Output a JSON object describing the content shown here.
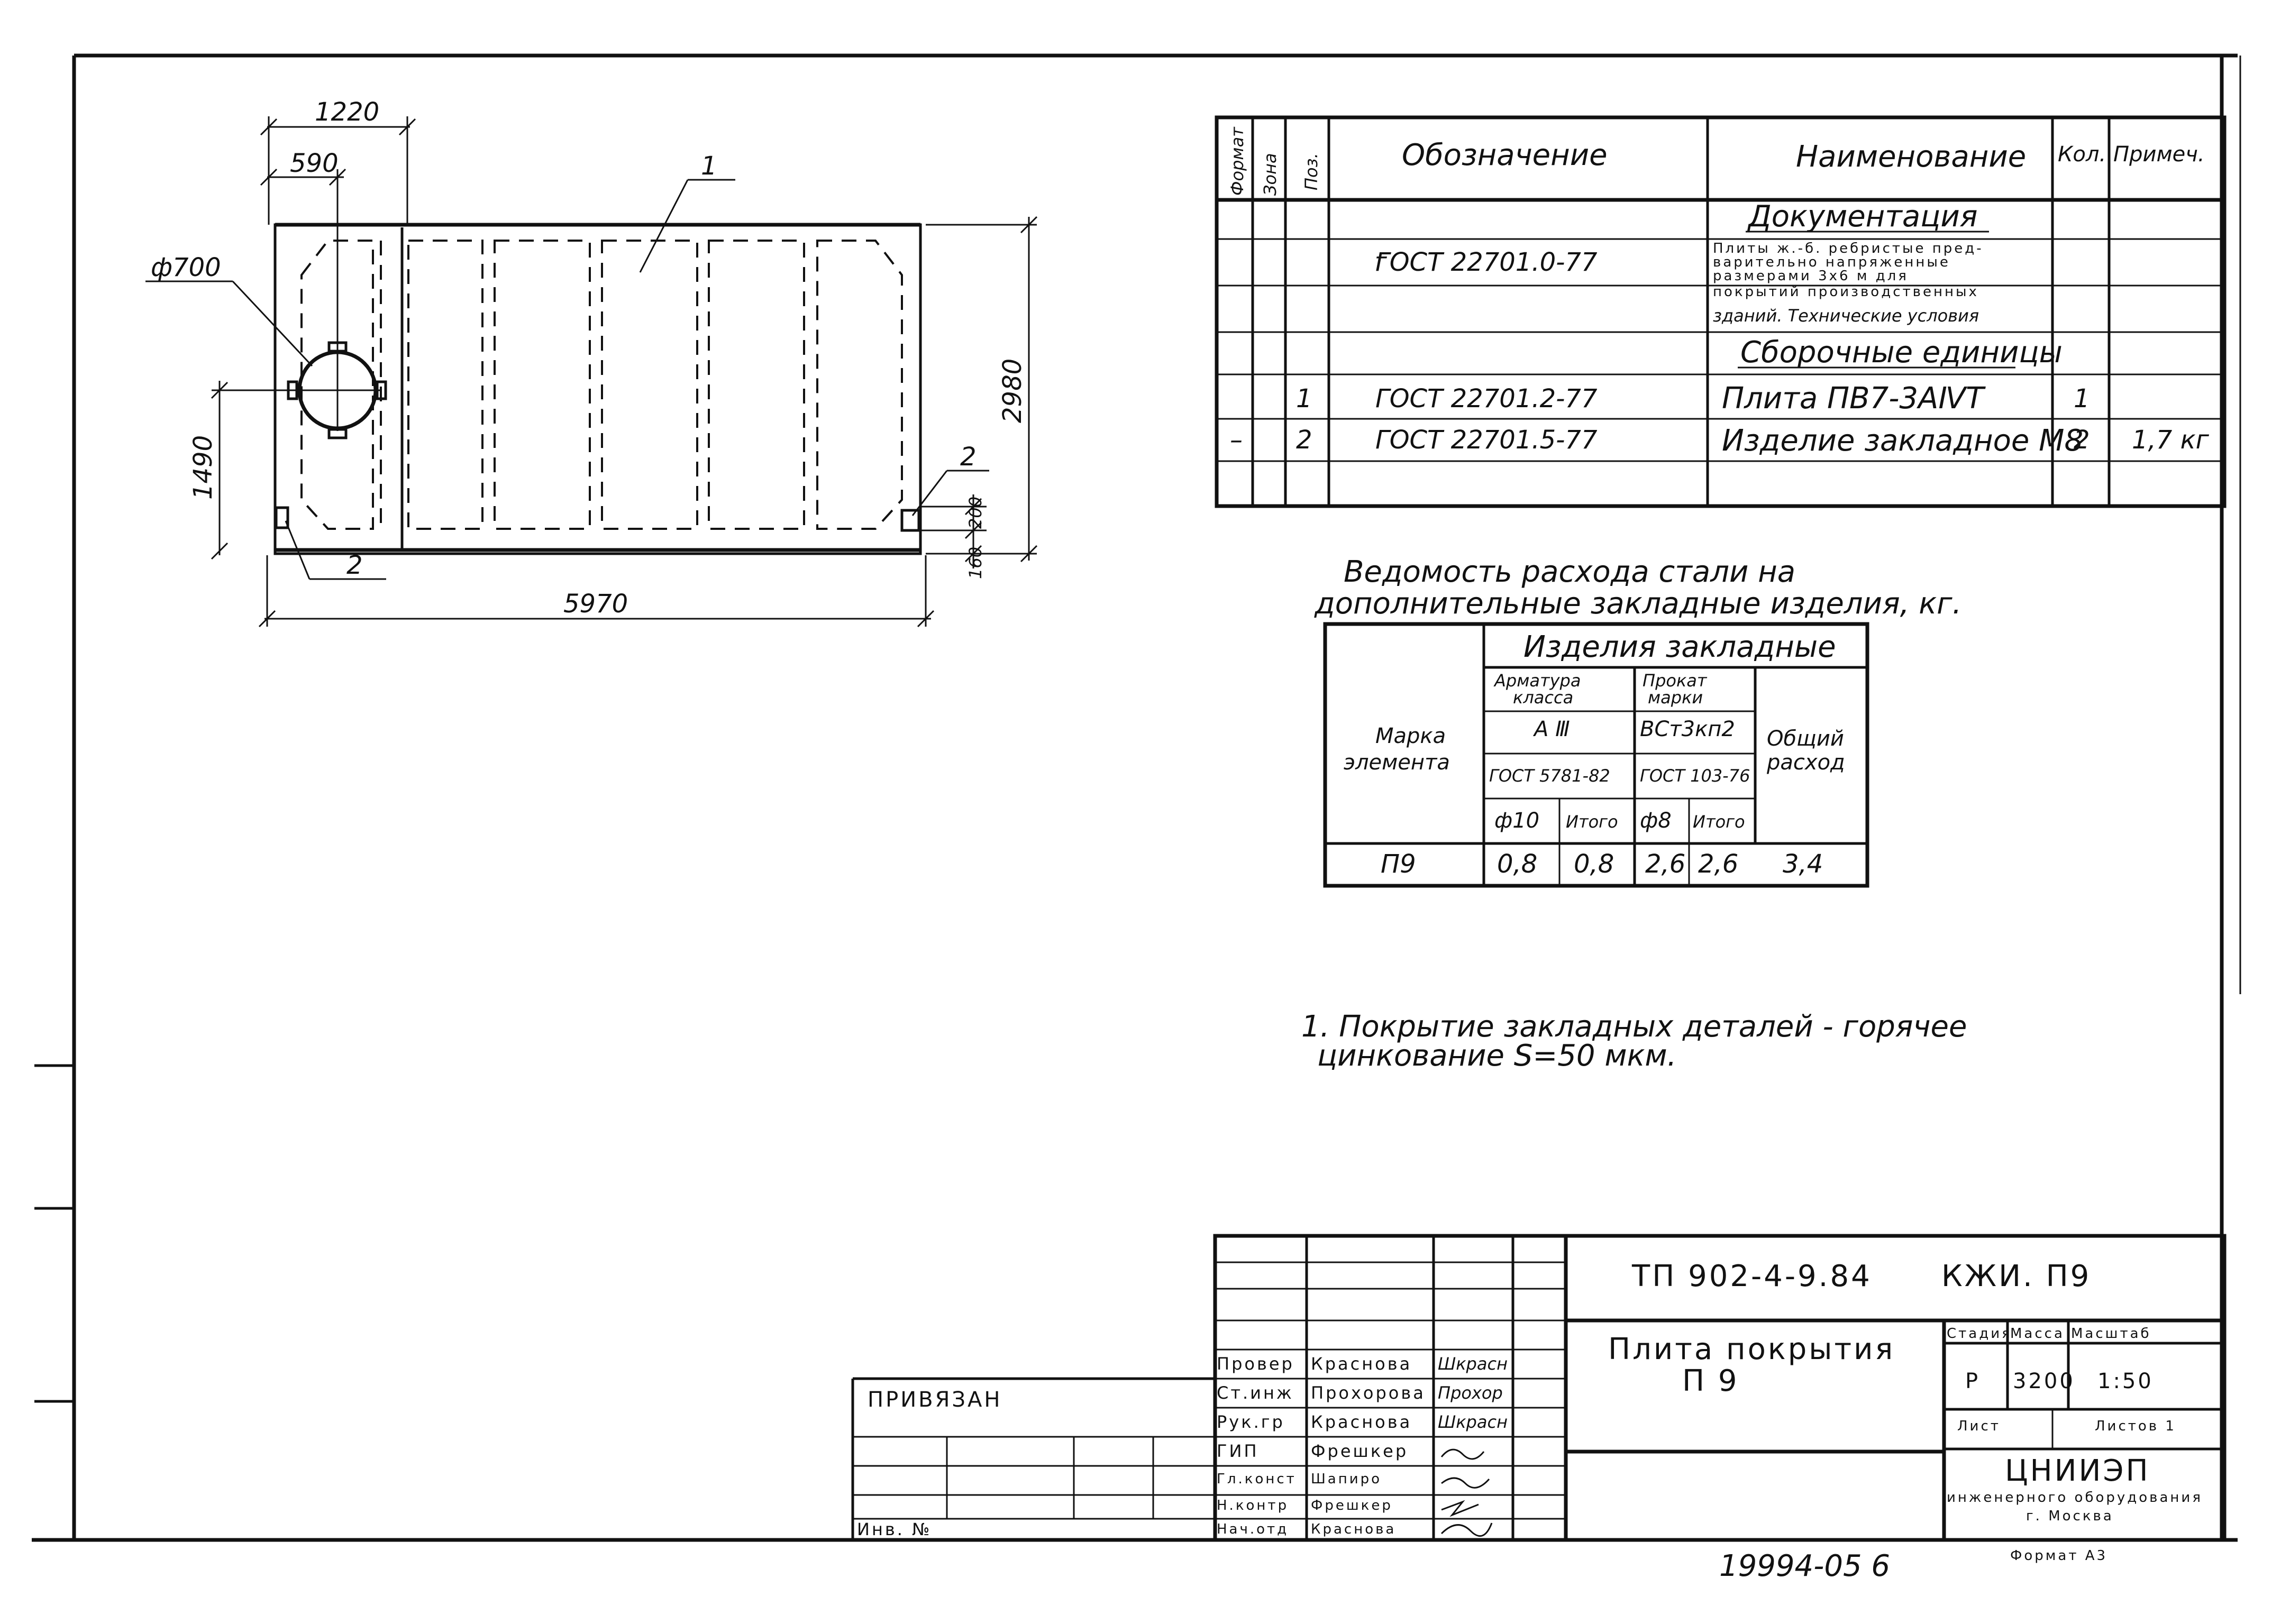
{
  "drawing": {
    "dims": {
      "w1220": "1220",
      "w590": "590",
      "d700": "ф700",
      "h2980": "2980",
      "h1490": "1490",
      "h200": "200",
      "h160": "160",
      "w5970": "5970"
    },
    "labels": {
      "pos1": "1",
      "pos2a": "2",
      "pos2b": "2"
    }
  },
  "spec": {
    "headers": {
      "format": "Формат",
      "zone": "Зона",
      "pos": "Поз.",
      "designation": "Обозначение",
      "name": "Наименование",
      "qty": "Кол.",
      "note": "Примеч."
    },
    "section_docs": "Документация",
    "doc_row": {
      "dash": "–",
      "designation": "ГОСТ 22701.0-77",
      "name_lines": [
        "Плиты ж.-б. ребристые пред-",
        "варительно напряженные",
        "размерами 3х6 м для",
        "покрытий производственных",
        "зданий. Технические условия"
      ]
    },
    "section_assembly": "Сборочные единицы",
    "rows": [
      {
        "format": "",
        "pos": "1",
        "designation": "ГОСТ 22701.2-77",
        "name": "Плита ПВ7-3АⅣТ",
        "qty": "1",
        "note": ""
      },
      {
        "format": "–",
        "pos": "2",
        "designation": "ГОСТ 22701.5-77",
        "name": "Изделие закладное М8",
        "qty": "2",
        "note": "1,7 кг"
      }
    ]
  },
  "steel": {
    "title_lines": [
      "Ведомость расхода стали на",
      "дополнительные закладные изделия, кг."
    ],
    "mark_header": [
      "Марка",
      "элемента"
    ],
    "group_header": "Изделия закладные",
    "rebar_header": [
      "Арматура",
      "класса"
    ],
    "rebar_class": "А Ⅲ",
    "rebar_gost": "ГОСТ 5781-82",
    "rolled_header": [
      "Прокат",
      "марки"
    ],
    "rolled_grade": "ВСт3кп2",
    "rolled_gost": "ГОСТ 103-76",
    "total_header": [
      "Общий",
      "расход"
    ],
    "sub_d10": "ф10",
    "sub_total1": "Итого",
    "sub_s8": "ф8",
    "sub_total2": "Итого",
    "row": {
      "mark": "П9",
      "d10": "0,8",
      "total1": "0,8",
      "s8": "2,6",
      "total2": "2,6",
      "sum": "3,4"
    }
  },
  "note": {
    "line1": "1. Покрытие закладных деталей - горячее",
    "line2": "цинкование  S=50 мкм."
  },
  "stamp": {
    "code": "ТП 902-4-9.84",
    "sheet_code": "КЖИ. П9",
    "title_line1": "Плита покрытия",
    "title_line2": "П 9",
    "stage_h": "Стадия",
    "mass_h": "Масса",
    "scale_h": "Масштаб",
    "stage": "Р",
    "mass": "3200",
    "scale": "1:50",
    "sheet_h": "Лист",
    "sheets_h": "Листов 1",
    "org_name": "ЦНИИЭП",
    "org_line2": "инженерного оборудования",
    "org_line3": "г. Москва",
    "format": "Формат А3",
    "privyazan": "ПРИВЯЗАН",
    "inv": "Инв. №",
    "roles": [
      "Провер",
      "Ст.инж",
      "Рук.гр",
      "ГИП",
      "Гл.конст",
      "Н.контр",
      "Нач.отд"
    ],
    "people": [
      "Краснова",
      "Прохорова",
      "Краснова",
      "Фрешкер",
      "Шапиро",
      "Фрешкер",
      "Краснова"
    ],
    "signatures": [
      "Шкрасн",
      "Прохор",
      "Шкрасн",
      "",
      "",
      "",
      ""
    ]
  },
  "footer_number": "19994-05   6"
}
